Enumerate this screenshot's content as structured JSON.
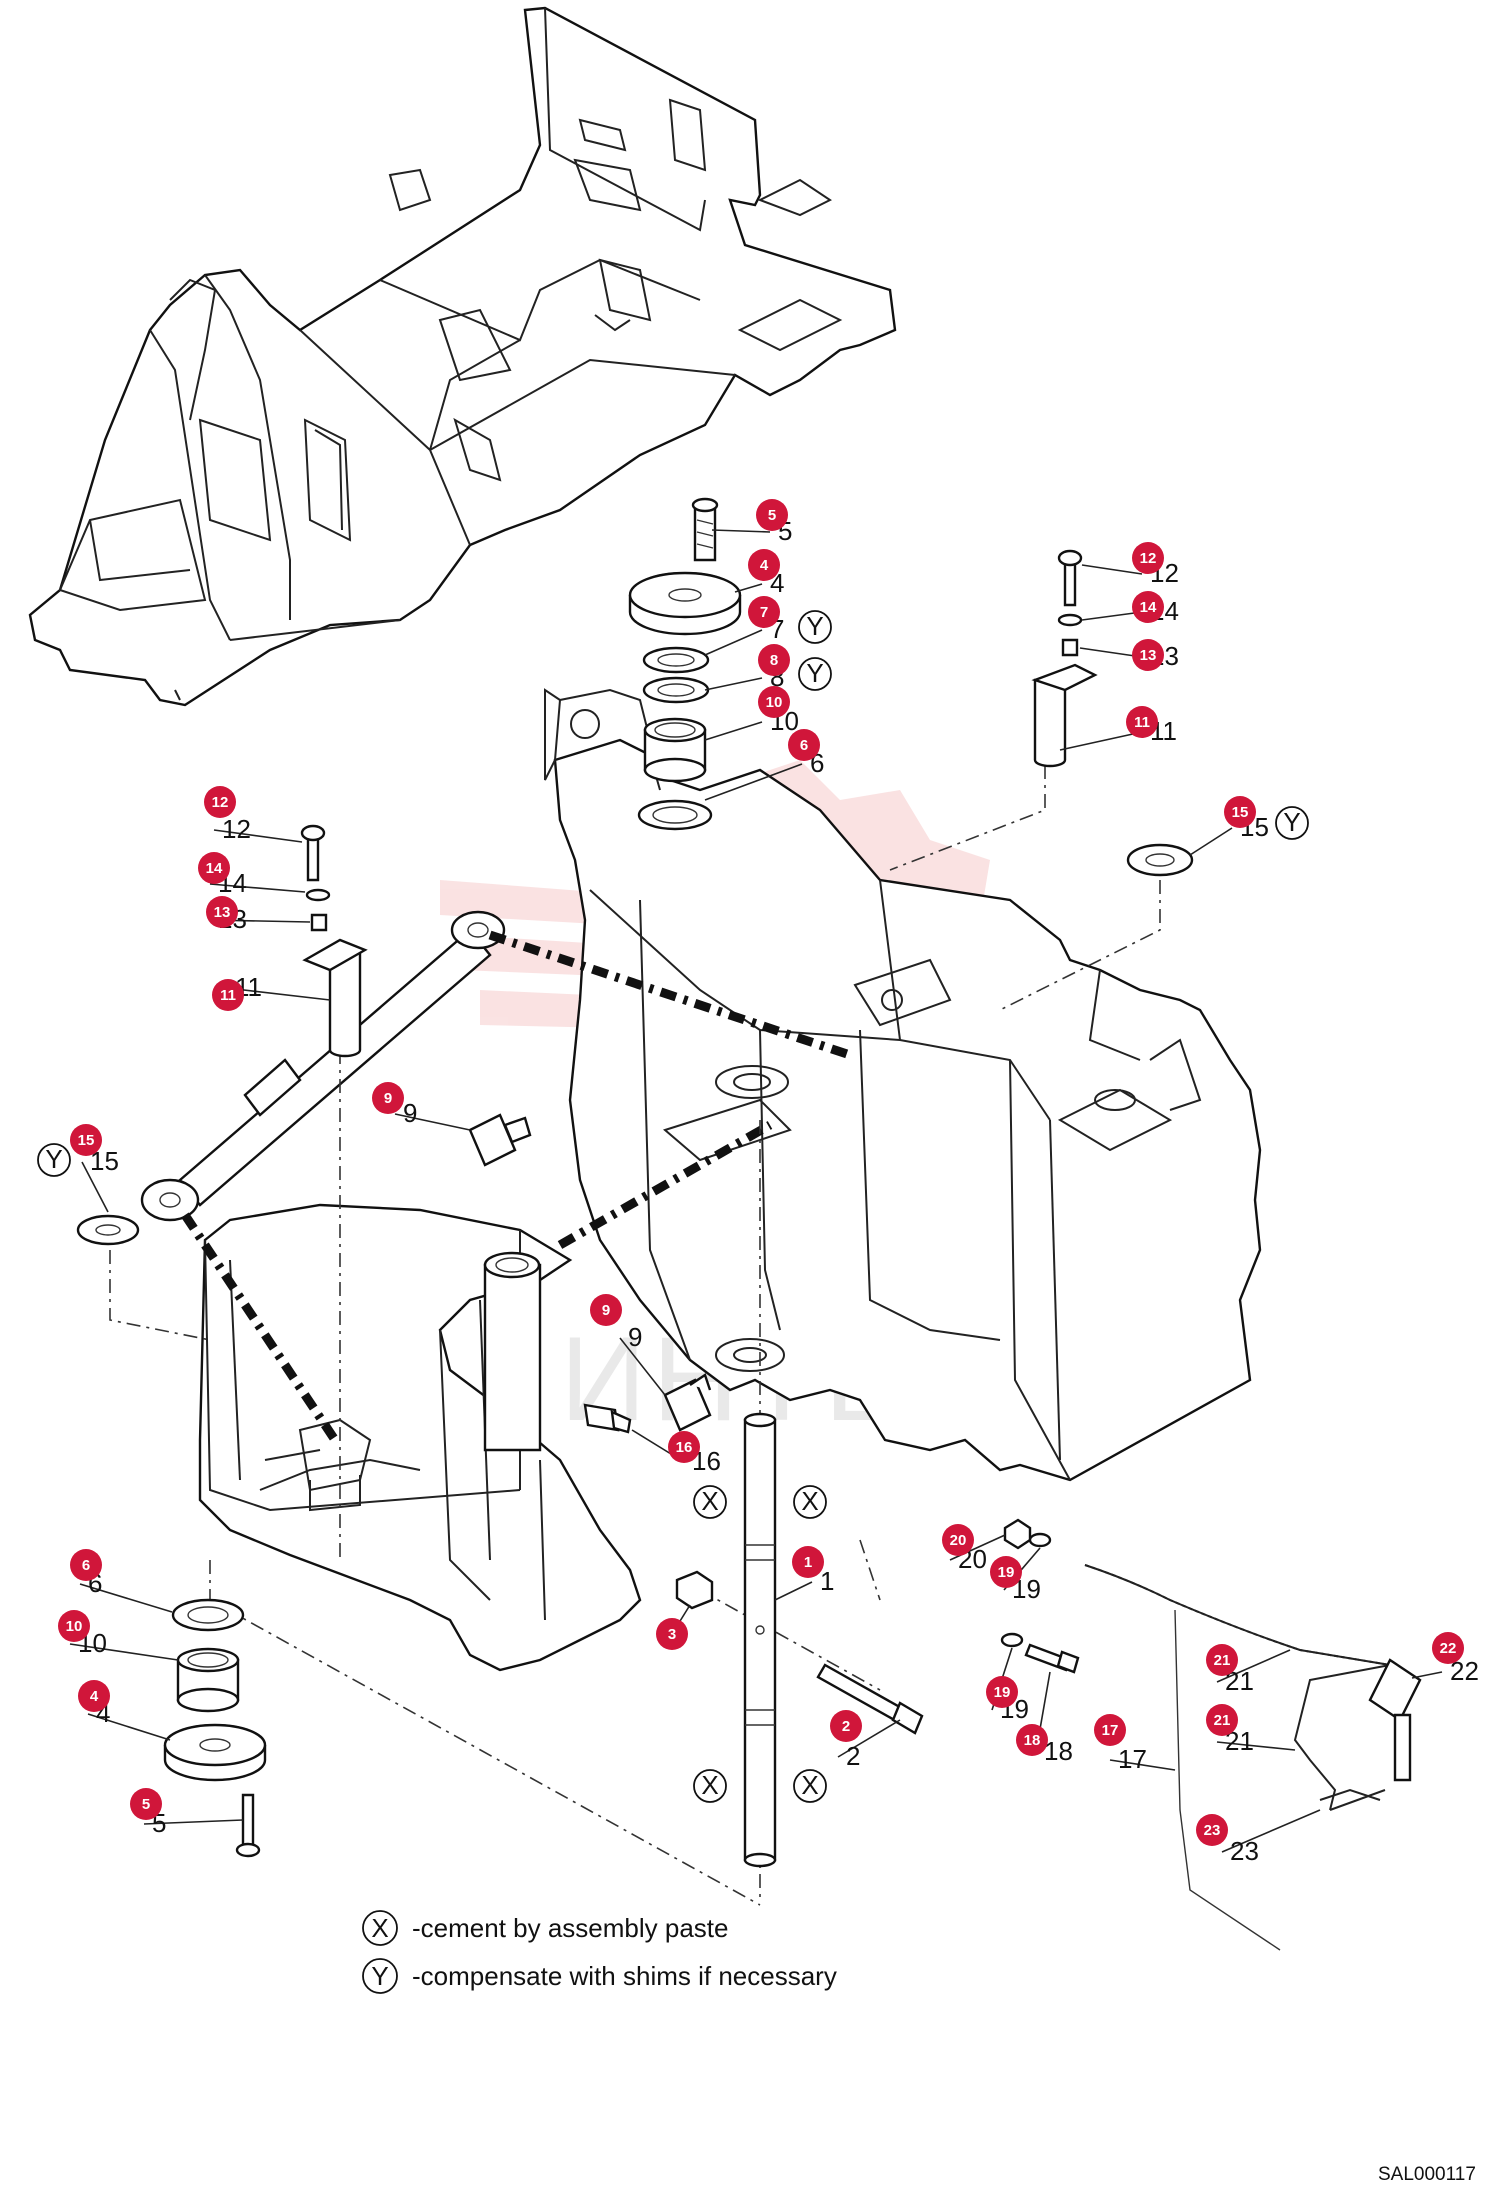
{
  "drawing_code": "SAL000117",
  "watermark": "ИНТЕХ",
  "legend": [
    {
      "symbol": "X",
      "text": "-cement by assembly paste"
    },
    {
      "symbol": "Y",
      "text": "-compensate with shims if necessary"
    }
  ],
  "callouts": [
    {
      "id": "c5a",
      "badge": "5",
      "label": "5"
    },
    {
      "id": "c4a",
      "badge": "4",
      "label": "4"
    },
    {
      "id": "c7",
      "badge": "7",
      "label": "7"
    },
    {
      "id": "c8",
      "badge": "8",
      "label": "8"
    },
    {
      "id": "c10a",
      "badge": "10",
      "label": "10"
    },
    {
      "id": "c6a",
      "badge": "6",
      "label": "6"
    },
    {
      "id": "c12a",
      "badge": "12",
      "label": "12"
    },
    {
      "id": "c14a",
      "badge": "14",
      "label": "14"
    },
    {
      "id": "c13a",
      "badge": "13",
      "label": "13"
    },
    {
      "id": "c11a",
      "badge": "11",
      "label": "11"
    },
    {
      "id": "c15a",
      "badge": "15",
      "label": "15"
    },
    {
      "id": "c12b",
      "badge": "12",
      "label": "12"
    },
    {
      "id": "c14b",
      "badge": "14",
      "label": "14"
    },
    {
      "id": "c13b",
      "badge": "13",
      "label": "13"
    },
    {
      "id": "c11b",
      "badge": "11",
      "label": "11"
    },
    {
      "id": "c9a",
      "badge": "9",
      "label": "9"
    },
    {
      "id": "c15b",
      "badge": "15",
      "label": "15"
    },
    {
      "id": "c9b",
      "badge": "9",
      "label": "9"
    },
    {
      "id": "c16",
      "badge": "16",
      "label": "16"
    },
    {
      "id": "c6b",
      "badge": "6",
      "label": "6"
    },
    {
      "id": "c10b",
      "badge": "10",
      "label": "10"
    },
    {
      "id": "c4b",
      "badge": "4",
      "label": "4"
    },
    {
      "id": "c5b",
      "badge": "5",
      "label": "5"
    },
    {
      "id": "c3",
      "badge": "3",
      "label": ""
    },
    {
      "id": "c1",
      "badge": "1",
      "label": "1"
    },
    {
      "id": "c2",
      "badge": "2",
      "label": "2"
    },
    {
      "id": "c20",
      "badge": "20",
      "label": "20"
    },
    {
      "id": "c19a",
      "badge": "19",
      "label": "19"
    },
    {
      "id": "c19b",
      "badge": "19",
      "label": "19"
    },
    {
      "id": "c18",
      "badge": "18",
      "label": "18"
    },
    {
      "id": "c17",
      "badge": "17",
      "label": "17"
    },
    {
      "id": "c21a",
      "badge": "21",
      "label": "21"
    },
    {
      "id": "c21b",
      "badge": "21",
      "label": "21"
    },
    {
      "id": "c22",
      "badge": "22",
      "label": "22"
    },
    {
      "id": "c23",
      "badge": "23",
      "label": "23"
    }
  ],
  "marks": [
    {
      "id": "y1",
      "symbol": "Y"
    },
    {
      "id": "y2",
      "symbol": "Y"
    },
    {
      "id": "y3",
      "symbol": "Y"
    },
    {
      "id": "y4",
      "symbol": "Y"
    },
    {
      "id": "x1",
      "symbol": "X"
    },
    {
      "id": "x2",
      "symbol": "X"
    },
    {
      "id": "x3",
      "symbol": "X"
    },
    {
      "id": "x4",
      "symbol": "X"
    }
  ],
  "colors": {
    "badge": "#d0163a",
    "line": "#111111",
    "watermark": "#f2b8b8"
  }
}
